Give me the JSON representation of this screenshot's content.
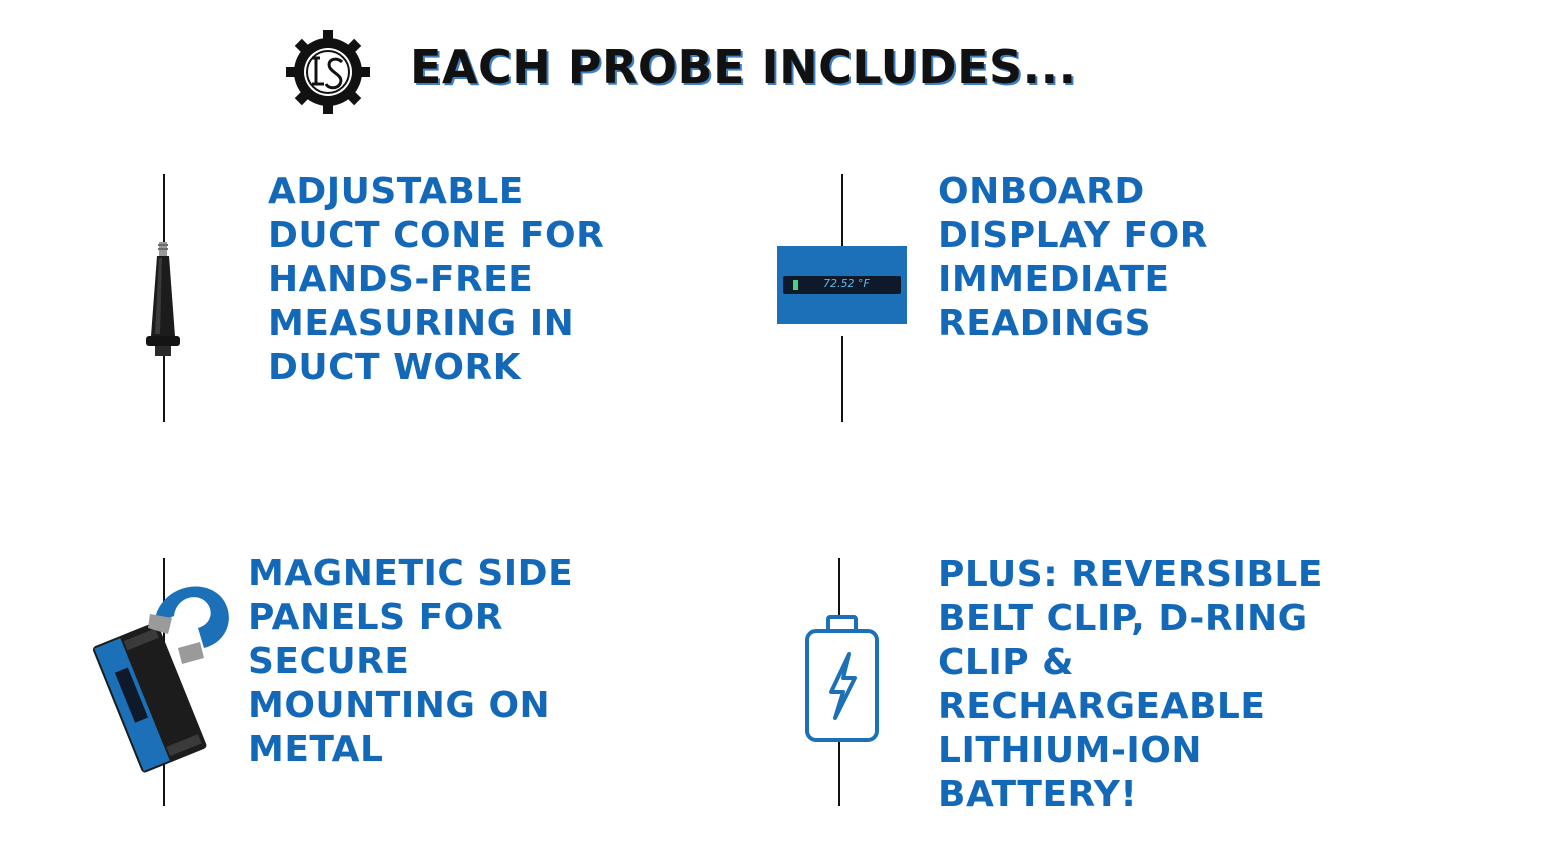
{
  "header": {
    "title": "EACH PROBE INCLUDES..."
  },
  "features": [
    {
      "lines": [
        "ADJUSTABLE",
        "DUCT CONE FOR",
        "HANDS-FREE",
        "MEASURING IN",
        "DUCT WORK"
      ],
      "icon": "duct-cone-icon"
    },
    {
      "lines": [
        "ONBOARD",
        "DISPLAY FOR",
        "IMMEDIATE",
        "READINGS"
      ],
      "icon": "display-icon",
      "display_reading": "72.52 °F"
    },
    {
      "lines": [
        "MAGNETIC SIDE",
        "PANELS FOR",
        "SECURE",
        "MOUNTING ON",
        "METAL"
      ],
      "icon": "magnet-probe-icon"
    },
    {
      "lines": [
        "PLUS: REVERSIBLE",
        "BELT CLIP, D-RING",
        "CLIP &",
        "RECHARGEABLE",
        "LITHIUM-ION",
        "BATTERY!"
      ],
      "icon": "battery-icon"
    }
  ],
  "colors": {
    "accent": "#1468b8",
    "title": "#111111",
    "title_shadow": "#3d7fc4",
    "display_bg": "#1c70b8"
  }
}
